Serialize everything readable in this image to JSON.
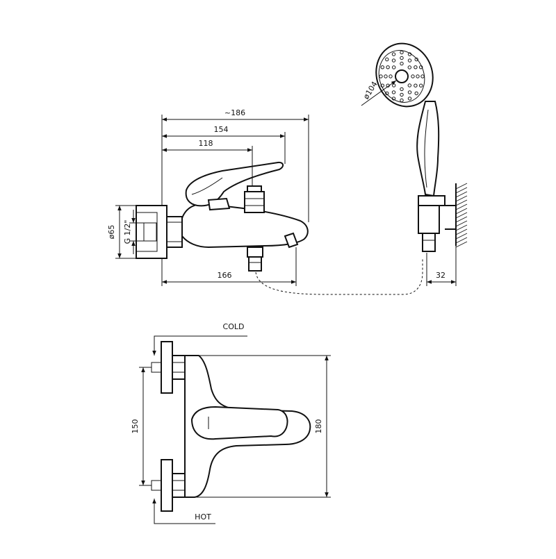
{
  "dimensions": {
    "overall_length": "~186",
    "spout_length": "154",
    "handle_length": "118",
    "flange_diameter": "ø65",
    "thread": "G 1/2\"",
    "wall_to_spout": "166",
    "holder_depth": "32",
    "head_diameter": "ø104",
    "inlet_spacing": "150",
    "body_width": "180"
  },
  "labels": {
    "cold": "COLD",
    "hot": "HOT"
  }
}
